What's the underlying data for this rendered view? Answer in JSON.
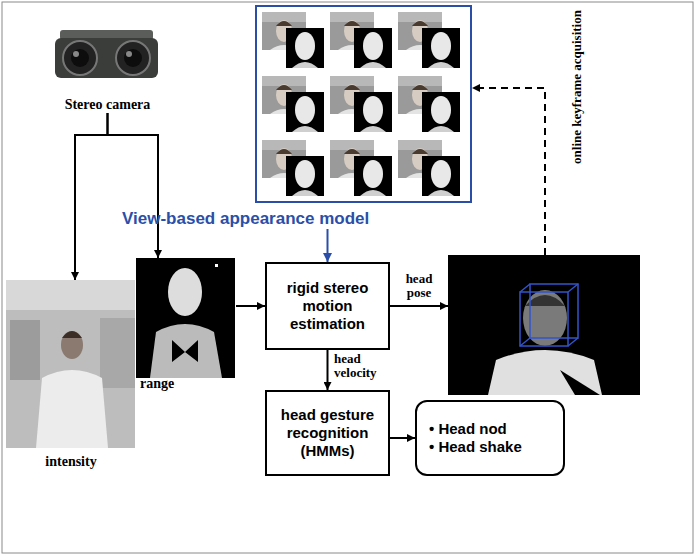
{
  "diagram": {
    "nodes": [
      {
        "text": [
          "Stereo camera"
        ]
      },
      {
        "text": [
          "View-based appearance model"
        ]
      },
      {
        "text": [
          "intensity"
        ]
      },
      {
        "text": [
          "range"
        ]
      },
      {
        "text": [
          "rigid stereo motion estimation"
        ]
      },
      {
        "text": []
      },
      {
        "text": [
          "head gesture recognition (HMMs)"
        ]
      },
      {
        "text": [
          "• Head nod",
          "• Head shake"
        ]
      }
    ],
    "edges": [
      {
        "from": 0,
        "to": 2,
        "arrow": "to"
      },
      {
        "from": 0,
        "to": 3,
        "arrow": "to"
      },
      {
        "from": 1,
        "to": 4,
        "arrow": "to"
      },
      {
        "from": 3,
        "to": 4,
        "arrow": "to"
      },
      {
        "from": 4,
        "to": 5,
        "label": "head pose",
        "arrow": "to"
      },
      {
        "from": 5,
        "to": 1,
        "label": "online keyframe acquisition",
        "arrow": "to"
      },
      {
        "from": 4,
        "to": 6,
        "label": "head velocity",
        "arrow": "to"
      },
      {
        "from": 6,
        "to": 7,
        "arrow": "to"
      }
    ]
  }
}
